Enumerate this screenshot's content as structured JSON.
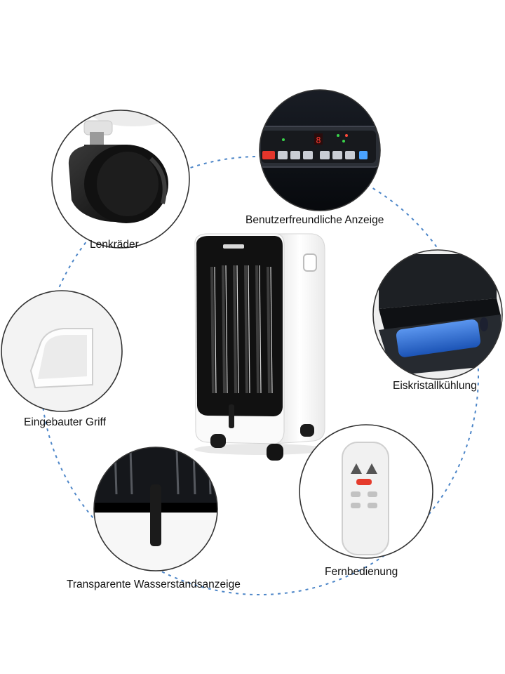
{
  "features": [
    {
      "id": "lenkraeder",
      "label": "Lenkräder"
    },
    {
      "id": "anzeige",
      "label": "Benutzerfreundliche Anzeige"
    },
    {
      "id": "eis",
      "label": "Eiskristallkühlung"
    },
    {
      "id": "griff",
      "label": "Eingebauter Griff"
    },
    {
      "id": "fernbedienung",
      "label": "Fernbedienung"
    },
    {
      "id": "wasserstand",
      "label": "Transparente Wasserstandsanzeige"
    }
  ],
  "display_panel": {
    "digit": "8"
  },
  "colors": {
    "dashed_ring": "#4d86c8",
    "circle_border": "#3a3a3a",
    "unit_body": "#f6f6f6",
    "unit_front": "#111111",
    "ice_pack": "#2d6fd8",
    "remote_button_red": "#e53b2c",
    "led_green": "#39d24a",
    "led_red": "#ff4a3a"
  }
}
